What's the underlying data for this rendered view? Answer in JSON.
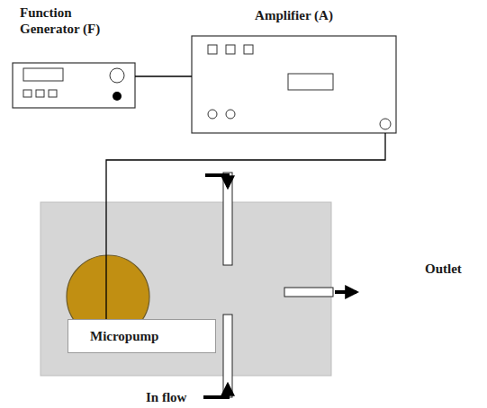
{
  "diagram": {
    "nodes": [
      {
        "text": [
          "Function Generator (F)"
        ]
      },
      {
        "text": [
          "Amplifier (A)"
        ]
      },
      {
        "text": [
          "Micropump"
        ]
      }
    ],
    "edges": [
      {
        "from": 0,
        "to": 1,
        "arrow": "none"
      },
      {
        "from": 1,
        "to": 2,
        "arrow": "none"
      }
    ],
    "labels": [
      "Outlet",
      "In flow"
    ]
  }
}
